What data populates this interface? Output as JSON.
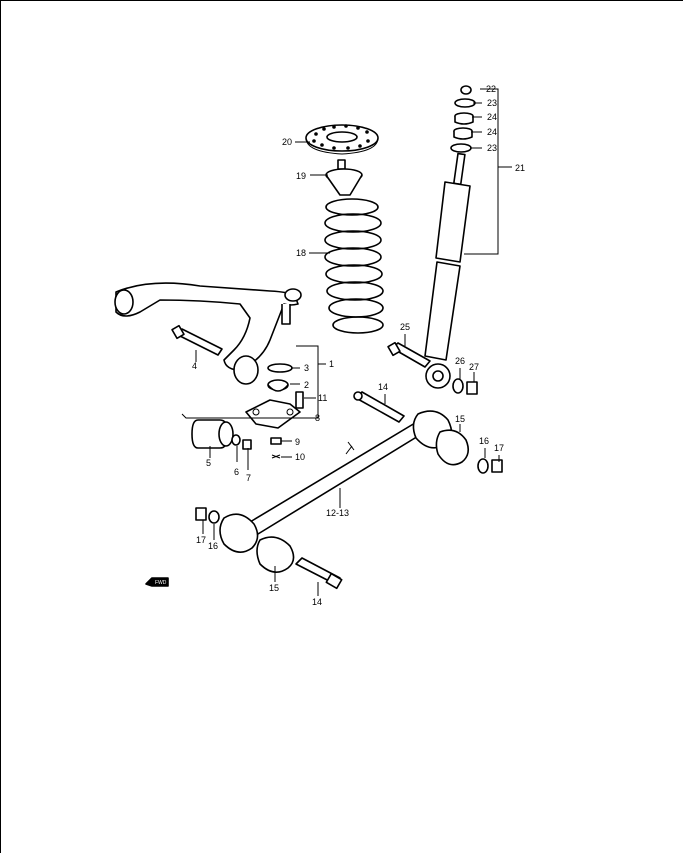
{
  "callouts": {
    "c1": "1",
    "c2": "2",
    "c3": "3",
    "c4": "4",
    "c5": "5",
    "c6": "6",
    "c7": "7",
    "c8": "8",
    "c9": "9",
    "c10": "10",
    "c11": "11",
    "c12_13": "12-13",
    "c14a": "14",
    "c14b": "14",
    "c15a": "15",
    "c15b": "15",
    "c16a": "16",
    "c16b": "16",
    "c17a": "17",
    "c17b": "17",
    "c18": "18",
    "c19": "19",
    "c20": "20",
    "c21": "21",
    "c22": "22",
    "c23a": "23",
    "c23b": "23",
    "c24a": "24",
    "c24b": "24",
    "c25": "25",
    "c26": "26",
    "c27": "27"
  },
  "fwd_marker": "FWD"
}
